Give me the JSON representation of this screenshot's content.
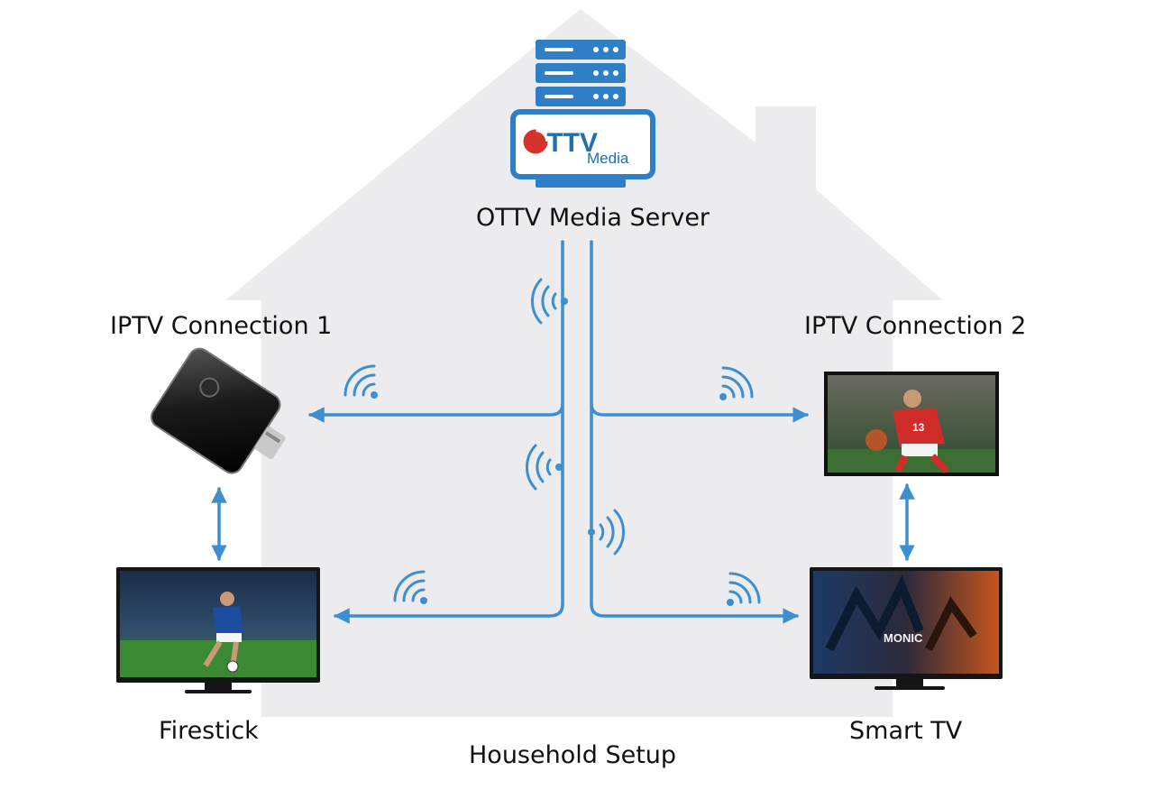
{
  "server": {
    "label": "OTTV Media Server",
    "logo": {
      "brand": "OTTV",
      "sub": "Media"
    },
    "icon": "server-rack-icon"
  },
  "connections": [
    {
      "label": "IPTV Connection 1",
      "device": "streaming-stick-icon"
    },
    {
      "label": "IPTV Connection 2",
      "device": "tv-screen-football-icon"
    }
  ],
  "clients": [
    {
      "label": "Firestick",
      "device": "tv-screen-soccer-icon"
    },
    {
      "label": "Smart TV",
      "device": "tv-screen-movie-icon"
    }
  ],
  "tv_overlay_text": "MONIC",
  "tv_jersey_number": "13",
  "caption": "Household Setup",
  "colors": {
    "connection_line": "#3d8fd0",
    "house": "#ececee",
    "server": "#2e7fc6",
    "logo_o": "#d6322c",
    "logo_text": "#1f6fb3"
  }
}
